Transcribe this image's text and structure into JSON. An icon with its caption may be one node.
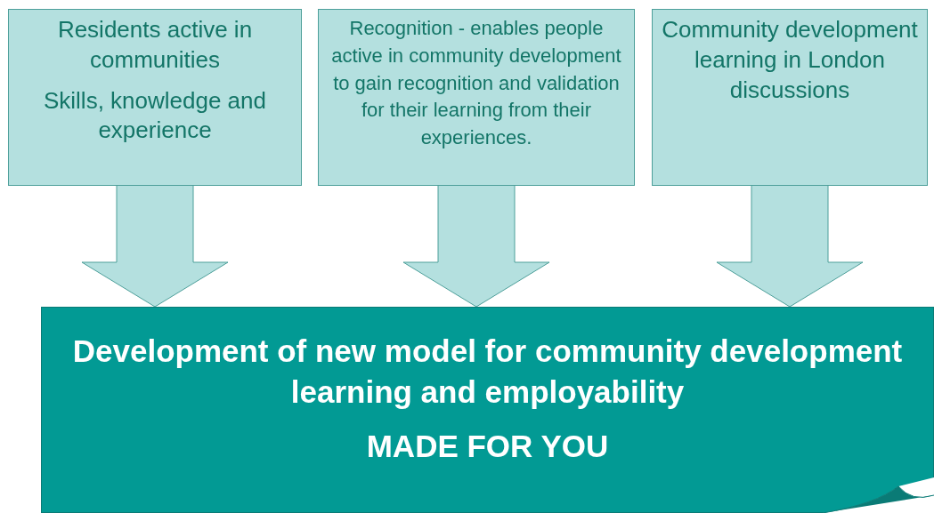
{
  "diagram": {
    "nodes": [
      {
        "text": [
          "Residents active in communities",
          "Skills, knowledge and experience"
        ]
      },
      {
        "text": [
          "Recognition - enables people active in community development to gain recognition and validation for their learning from their experiences."
        ]
      },
      {
        "text": [
          "Community development learning in London discussions"
        ]
      },
      {
        "text": [
          "Development of new model for community development learning and employability",
          "MADE FOR YOU"
        ]
      }
    ],
    "edges": [
      {
        "from": 0,
        "to": 3,
        "arrow": "to"
      },
      {
        "from": 1,
        "to": 3,
        "arrow": "to"
      },
      {
        "from": 2,
        "to": 3,
        "arrow": "to"
      }
    ]
  }
}
